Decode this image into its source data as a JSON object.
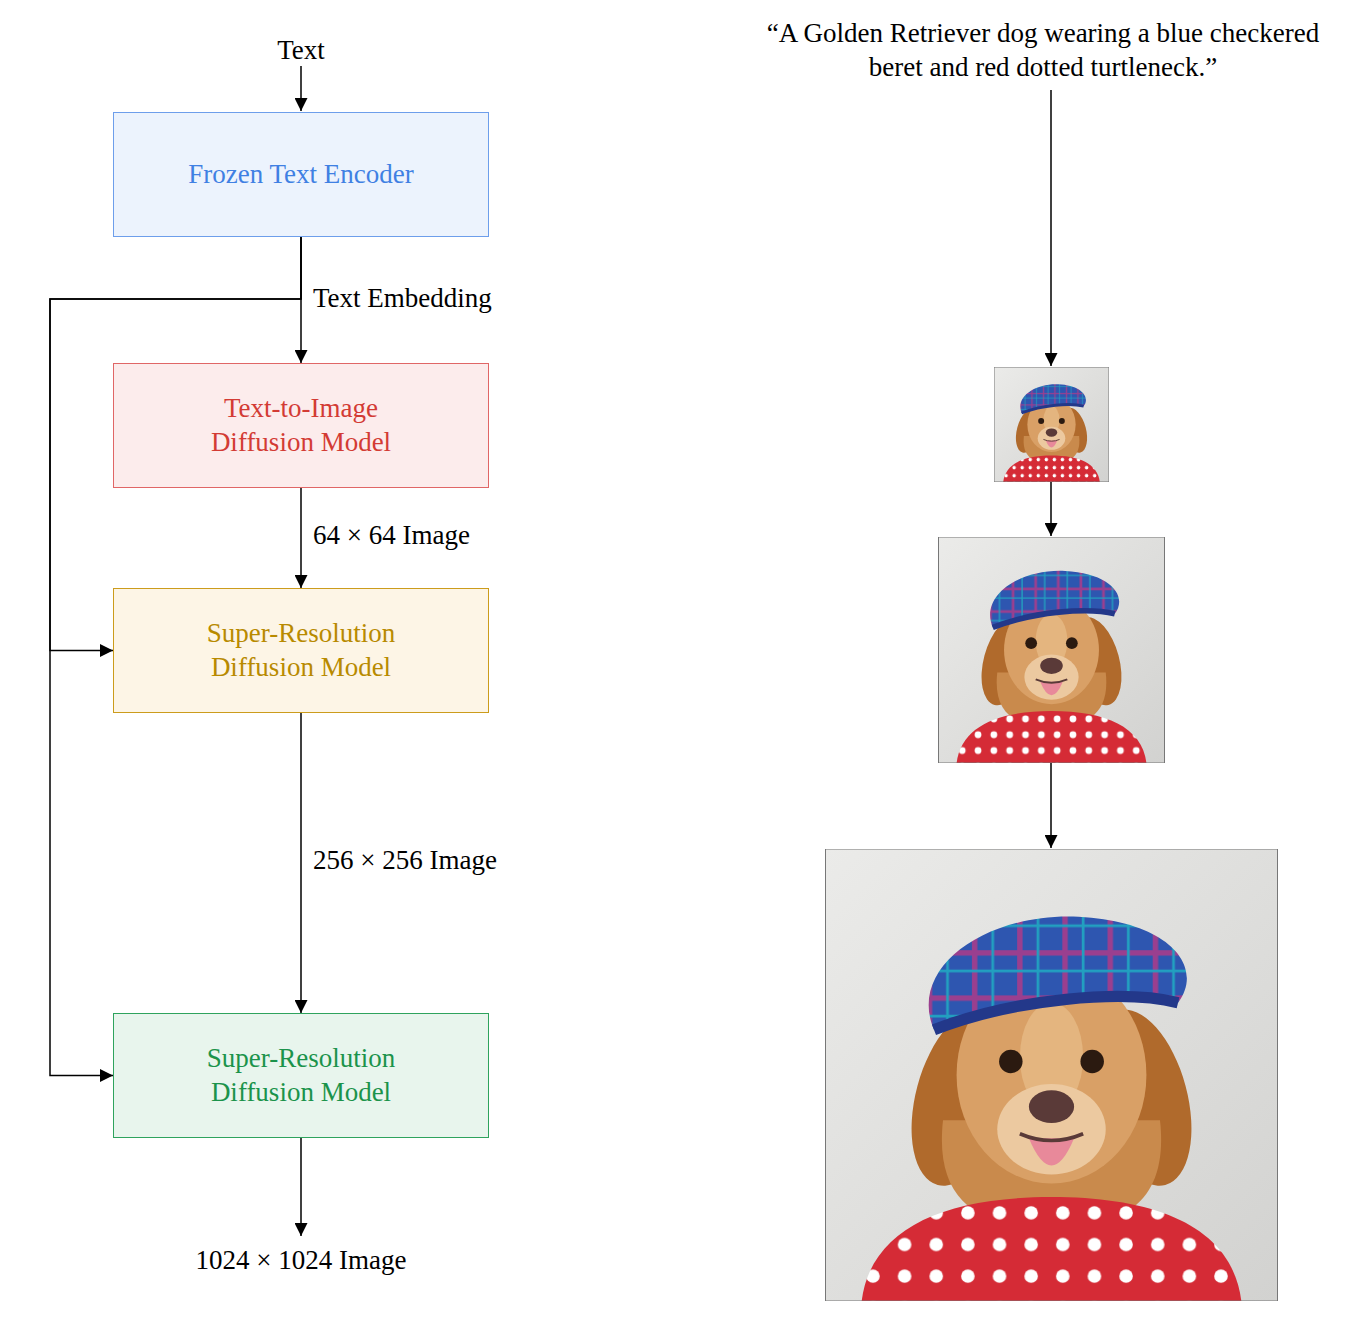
{
  "diagram": {
    "nodes": [
      {
        "text": [
          "Frozen Text Encoder"
        ]
      },
      {
        "text": [
          "Text-to-Image Diffusion Model"
        ]
      },
      {
        "text": [
          "Super-Resolution Diffusion Model"
        ]
      },
      {
        "text": [
          "Super-Resolution Diffusion Model"
        ]
      }
    ],
    "edges": [
      {
        "from": 0,
        "to": 1,
        "arrow": "to",
        "label": "Text Embedding"
      },
      {
        "from": 0,
        "to": 2,
        "arrow": "to"
      },
      {
        "from": 0,
        "to": 3,
        "arrow": "to"
      },
      {
        "from": 1,
        "to": 2,
        "arrow": "to",
        "label": "64 × 64 Image"
      },
      {
        "from": 2,
        "to": 3,
        "arrow": "to",
        "label": "256 × 256 Image"
      }
    ],
    "labels": [
      "Text",
      "“A Golden Retriever dog wearing a blue checkered beret and red dotted turtleneck.”",
      "1024 × 1024 Image"
    ]
  }
}
